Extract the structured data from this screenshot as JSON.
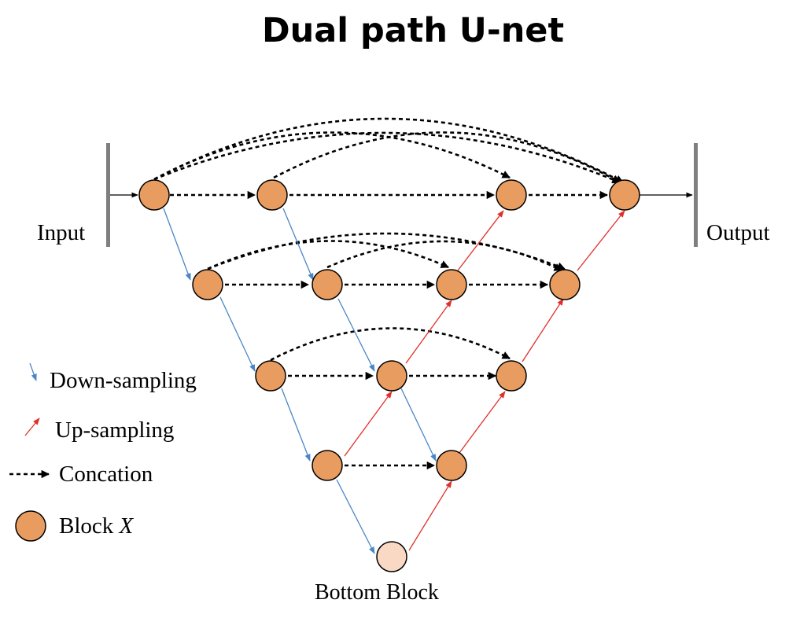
{
  "title": "Dual path U-net",
  "labels": {
    "input": "Input",
    "output": "Output",
    "bottom_block": "Bottom Block"
  },
  "legend": {
    "down_sampling": "Down-sampling",
    "up_sampling": "Up-sampling",
    "concatenation": "Concation",
    "block_prefix": "Block ",
    "block_var": "X"
  },
  "colors": {
    "block": "#e99c5f",
    "bottom_block": "#f9d9c4",
    "down_sampling": "#4a86c5",
    "up_sampling": "#e0302a",
    "concatenation": "#000000",
    "io_bar": "#7f7f7f"
  }
}
